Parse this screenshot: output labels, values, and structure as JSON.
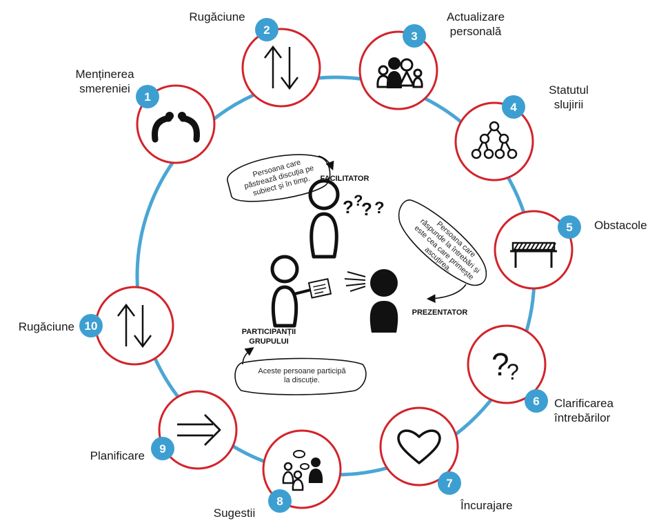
{
  "steps": [
    {
      "num": "1",
      "label_lines": [
        "Menținerea",
        "smereniei"
      ],
      "icon": "bowing-people-icon"
    },
    {
      "num": "2",
      "label_lines": [
        "Rugăciune"
      ],
      "icon": "up-down-arrows-icon"
    },
    {
      "num": "3",
      "label_lines": [
        "Actualizare",
        "personală"
      ],
      "icon": "family-icon"
    },
    {
      "num": "4",
      "label_lines": [
        "Statutul",
        "slujirii"
      ],
      "icon": "network-tree-icon"
    },
    {
      "num": "5",
      "label_lines": [
        "Obstacole"
      ],
      "icon": "barrier-icon"
    },
    {
      "num": "6",
      "label_lines": [
        "Clarificarea",
        "întrebărilor"
      ],
      "icon": "question-marks-icon"
    },
    {
      "num": "7",
      "label_lines": [
        "Încurajare"
      ],
      "icon": "heart-icon"
    },
    {
      "num": "8",
      "label_lines": [
        "Sugestii"
      ],
      "icon": "people-talking-icon"
    },
    {
      "num": "9",
      "label_lines": [
        "Planificare"
      ],
      "icon": "double-arrow-icon"
    },
    {
      "num": "10",
      "label_lines": [
        "Rugăciune"
      ],
      "icon": "up-down-arrows-icon"
    }
  ],
  "roles": {
    "facilitator": "FACILITATOR",
    "presenter": "PREZENTATOR",
    "participants_line1": "PARTICIPANȚII",
    "participants_line2": "GRUPULUI"
  },
  "notes": {
    "facilitator_lines": [
      "Persoana care",
      "păstrează discuția pe",
      "subiect și în timp."
    ],
    "presenter_lines": [
      "Persoana care",
      "răspunde la întrebări și",
      "este cea care primește",
      "ascuțirea."
    ],
    "participants_lines": [
      "Aceste persoane participă",
      "la discuție."
    ]
  },
  "colors": {
    "ring": "#4aa6d4",
    "circle_border": "#d2232a",
    "badge": "#3d9fd1",
    "ink": "#111111"
  }
}
